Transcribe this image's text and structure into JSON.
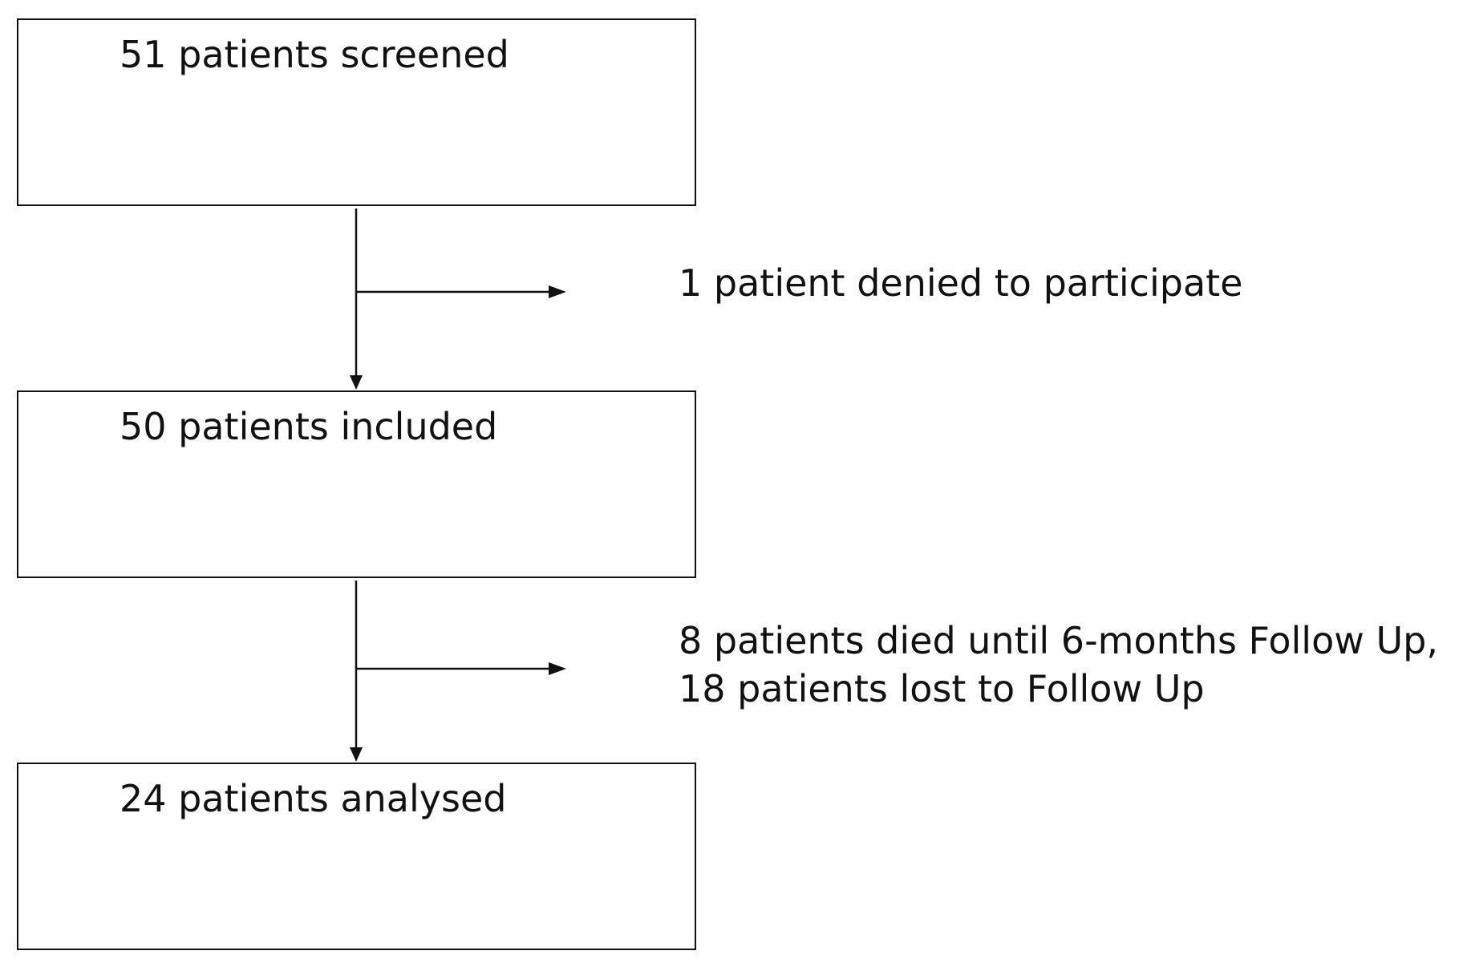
{
  "boxes": {
    "screened": "51 patients screened",
    "included": "50 patients included",
    "analysed": "24 patients analysed"
  },
  "exclusions": {
    "denied": "1 patient denied to participate",
    "died": "8 patients died until 6-months Follow Up,",
    "lost": "18 patients lost to Follow Up"
  }
}
